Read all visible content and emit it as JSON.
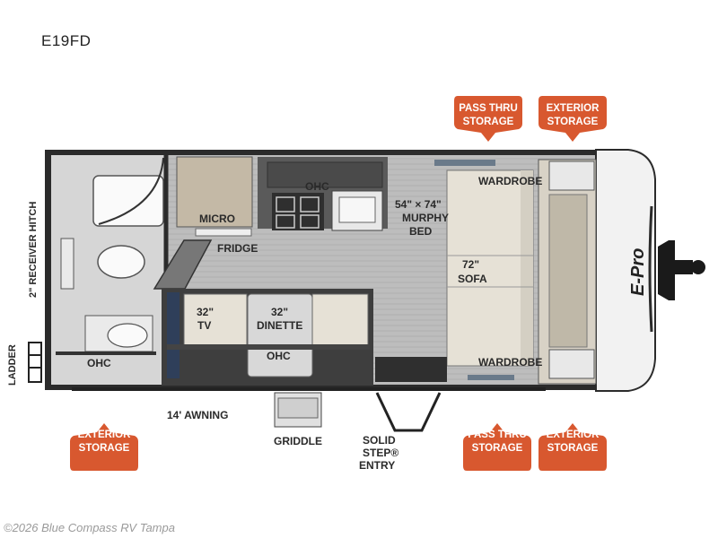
{
  "model": "E19FD",
  "rooms": {
    "ohc_top": "OHC",
    "murphy_size": "54\" × 74\"",
    "murphy_label": "MURPHY",
    "bed": "BED",
    "wardrobe_top": "WARDROBE",
    "wardrobe_bottom": "WARDROBE",
    "micro": "MICRO",
    "fridge": "FRIDGE",
    "sofa_size": "72\"",
    "sofa": "SOFA",
    "tv_size": "32\"",
    "tv": "TV",
    "dinette_size": "32\"",
    "dinette": "DINETTE",
    "ohc_bath": "OHC",
    "ohc_dinette": "OHC",
    "receiver_hitch": "2\" RECEIVER HITCH",
    "ladder": "LADDER"
  },
  "exterior": {
    "awning": "14' AWNING",
    "griddle": "GRIDDLE",
    "entry_line1": "SOLID",
    "entry_line2": "STEP®",
    "entry_line3": "ENTRY"
  },
  "badges": {
    "top_pass_thru": [
      "PASS THRU",
      "STORAGE"
    ],
    "top_exterior": [
      "EXTERIOR",
      "STORAGE"
    ],
    "bottom_exterior_left": [
      "EXTERIOR",
      "STORAGE"
    ],
    "bottom_pass_thru": [
      "PASS THRU",
      "STORAGE"
    ],
    "bottom_exterior_right": [
      "EXTERIOR",
      "STORAGE"
    ]
  },
  "brand_logo": "E-Pro",
  "watermark": "©2026 Blue Compass RV Tampa",
  "colors": {
    "badge_fill": "#d8582f",
    "wall": "#2b2b2b",
    "floor": "#b9b9b9",
    "furniture": "#e6e1d6"
  }
}
